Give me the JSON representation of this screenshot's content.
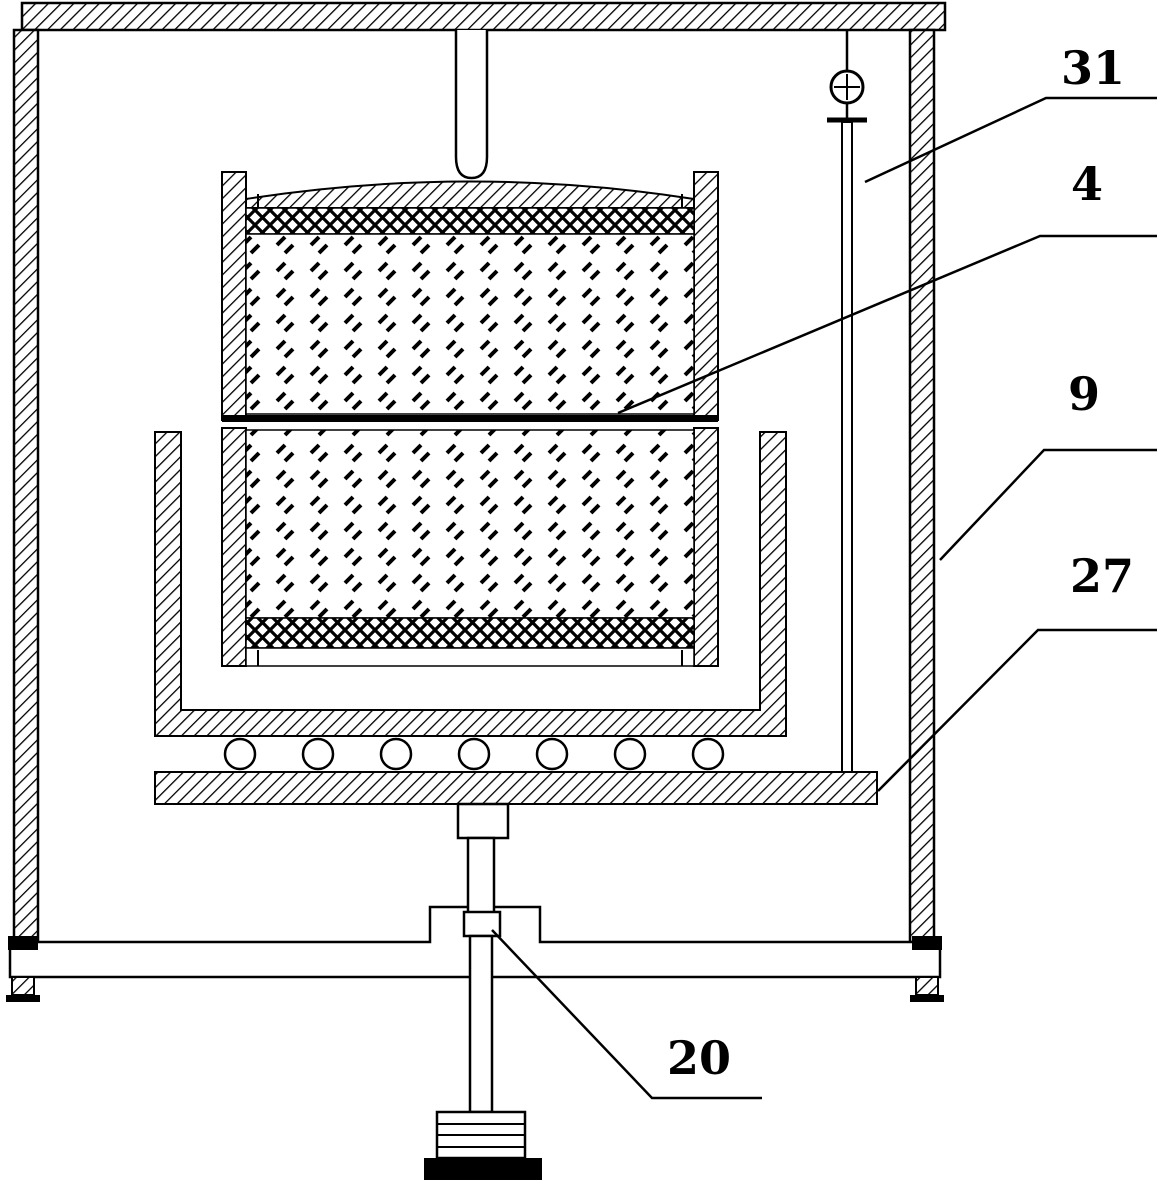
{
  "figure": {
    "kind": "patent-apparatus-line-diagram",
    "colors": {
      "line": "#000000",
      "background": "#ffffff",
      "fill_solid": "#000000"
    },
    "reference_labels": [
      {
        "text": "31",
        "points_to": "gauge-rod"
      },
      {
        "text": "4",
        "points_to": "separator-plate"
      },
      {
        "text": "9",
        "points_to": "right-wall"
      },
      {
        "text": "27",
        "points_to": "platen"
      },
      {
        "text": "20",
        "points_to": "coupling-nut"
      }
    ]
  }
}
